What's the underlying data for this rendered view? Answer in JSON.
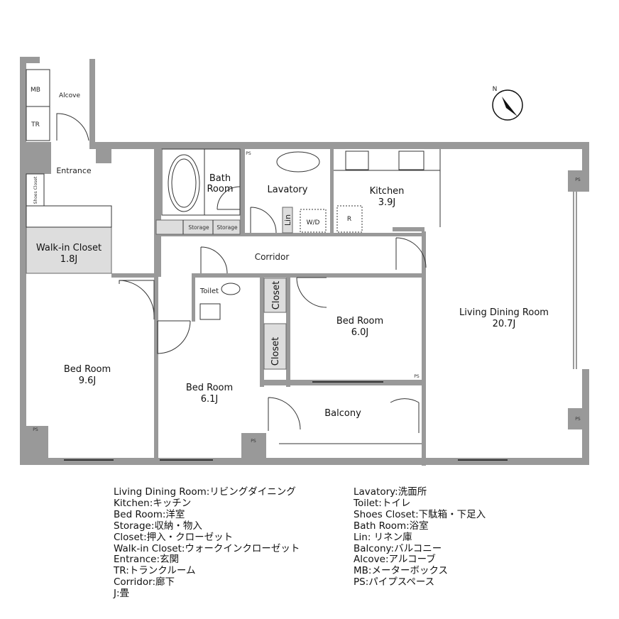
{
  "rooms": {
    "mb": "MB",
    "tr": "TR",
    "alcove": "Alcove",
    "entrance": "Entrance",
    "shoes_closet": "Shoes Closet",
    "walkin_name": "Walk-in Closet",
    "walkin_size": "1.8J",
    "bath_line1": "Bath",
    "bath_line2": "Room",
    "lavatory": "Lavatory",
    "lin": "Lin",
    "wd": "W/D",
    "fridge": "R",
    "kitchen_name": "Kitchen",
    "kitchen_size": "3.9J",
    "storage1": "Storage",
    "storage2": "Storage",
    "corridor": "Corridor",
    "toilet": "Toilet",
    "closet1": "Closet",
    "closet2": "Closet",
    "bed1_name": "Bed Room",
    "bed1_size": "9.6J",
    "bed2_name": "Bed Room",
    "bed2_size": "6.1J",
    "bed3_name": "Bed Room",
    "bed3_size": "6.0J",
    "ldr_name": "Living Dining Room",
    "ldr_size": "20.7J",
    "balcony": "Balcony",
    "ps": "PS"
  },
  "compass": {
    "label": "N"
  },
  "colors": {
    "wall": "#999999",
    "fill": "#dddddd"
  },
  "legend": {
    "left": [
      "Living Dining Room:リビングダイニング",
      "Kitchen:キッチン",
      "Bed Room:洋室",
      "Storage:収納・物入",
      "Closet:押入・クローゼット",
      "Walk-in Closet:ウォークインクローゼット",
      "Entrance:玄関",
      "TR:トランクルーム",
      "Corridor:廊下",
      "J:畳"
    ],
    "right": [
      "Lavatory:洗面所",
      "Toilet:トイレ",
      "Shoes Closet:下駄箱・下足入",
      "Bath Room:浴室",
      "Lin: リネン庫",
      "Balcony:バルコニー",
      "Alcove:アルコーブ",
      "MB:メーターボックス",
      "PS:パイプスペース"
    ]
  }
}
